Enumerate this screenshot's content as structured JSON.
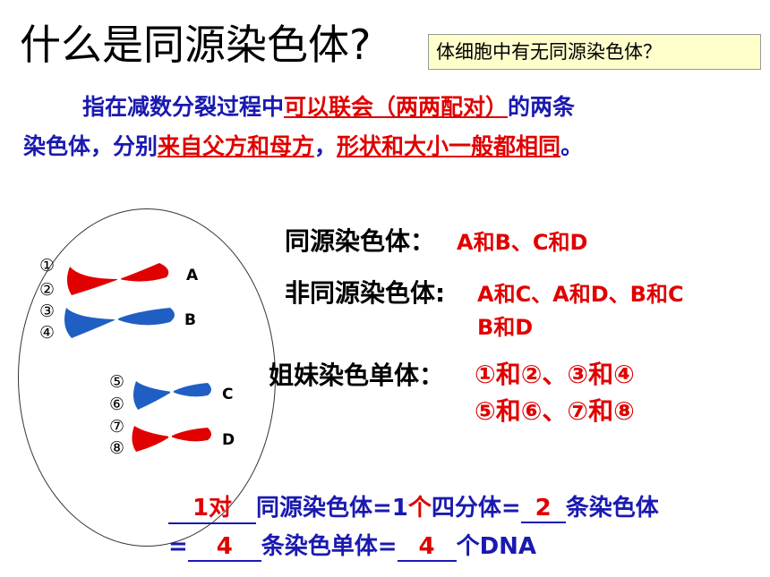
{
  "title": "什么是同源染色体?",
  "question": "体细胞中有无同源染色体？",
  "definition": {
    "p1": "指在减数分裂过程中",
    "u1": "可以联会（两两配对）",
    "p2": "的两条",
    "p3": "染色体，分别",
    "u2": "来自父方和母方",
    "p4": "，",
    "u3": "形状和大小一般都相同",
    "p5": "。"
  },
  "homologous": {
    "label": "同源染色体：",
    "value": "A和B、C和D"
  },
  "non_homologous": {
    "label": "非同源染色体:",
    "value1": "A和C、A和D、B和C",
    "value2": "B和D"
  },
  "sister": {
    "label": "姐妹染色单体：",
    "value1": "①和②、③和④",
    "value2": "⑤和⑥、⑦和⑧"
  },
  "chromatid_numbers": [
    "①",
    "②",
    "③",
    "④",
    "⑤",
    "⑥",
    "⑦",
    "⑧"
  ],
  "chromosome_letters": [
    "A",
    "B",
    "C",
    "D"
  ],
  "colors": {
    "red": "#e00000",
    "blue": "#1f5fc4"
  },
  "summary": {
    "blank1": "1对",
    "text1": "同源染色体=1",
    "text1b": "个",
    "text2": "四分体=",
    "blank2": "2",
    "text3": "条染色体",
    "eq": "=",
    "blank3": "4",
    "text4": "条染色单体=",
    "blank4": "4",
    "text5": "个DNA"
  }
}
